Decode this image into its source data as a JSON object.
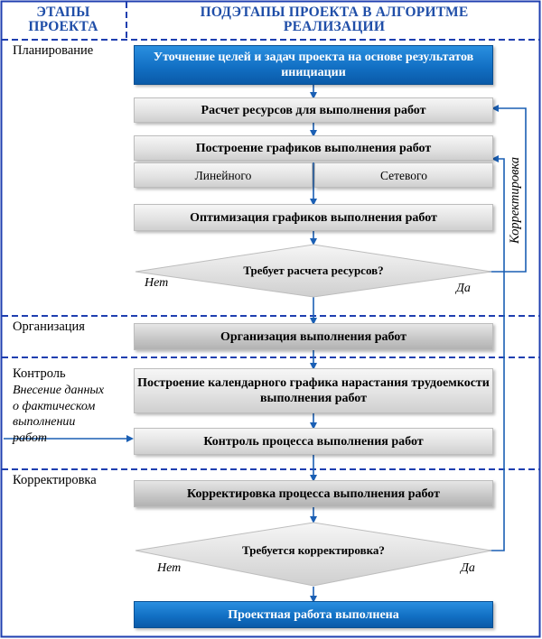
{
  "header": {
    "col1": "ЭТАПЫ ПРОЕКТА",
    "col2": "ПОДЭТАПЫ ПРОЕКТА В АЛГОРИТМЕ РЕАЛИЗАЦИИ"
  },
  "stages": {
    "planning": "Планирование",
    "organization": "Организация",
    "control": "Контроль",
    "control_note": "Внесение данных о фактическом выполнении работ",
    "correction": "Корректировка"
  },
  "steps": {
    "clarify": "Уточнение целей и задач проекта на основе результатов инициации",
    "resources": "Расчет ресурсов для выполнения работ",
    "schedules": "Построение графиков выполнения работ",
    "linear": "Линейного",
    "network": "Сетевого",
    "optimize": "Оптимизация графиков выполнения работ",
    "organize": "Организация выполнения работ",
    "calendar": "Построение календарного графика нарастания трудоемкости выполнения работ",
    "control": "Контроль процесса выполнения работ",
    "correct": "Корректировка процесса выполнения работ",
    "done": "Проектная работа выполнена"
  },
  "decisions": {
    "d1": {
      "question": "Требует расчета ресурсов?",
      "no": "Нет",
      "yes": "Да"
    },
    "d2": {
      "question": "Требуется корректировка?",
      "no": "Нет",
      "yes": "Да"
    }
  },
  "feedback_label": "Корректировка",
  "colors": {
    "border": "#1f3fb0",
    "header": "#1f4ea8",
    "arrow": "#1a5fb4",
    "blue_box": "#1270c4"
  }
}
